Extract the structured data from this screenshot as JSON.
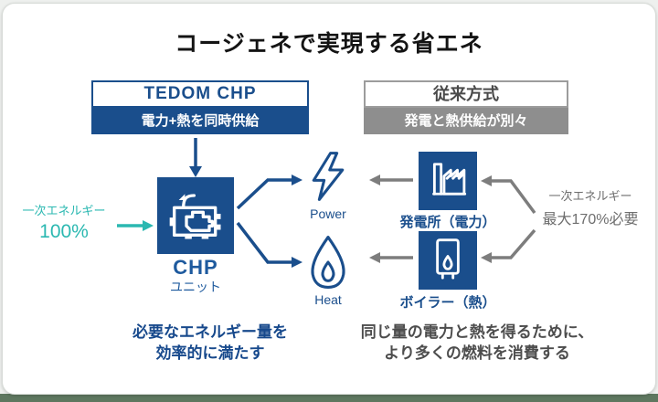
{
  "title": "コージェネで実現する省エネ",
  "tedom": {
    "header": "TEDOM CHP",
    "subheader": "電力+熱を同時供給",
    "input_line1": "一次エネルギー",
    "input_line2": "100%",
    "unit_name": "CHP",
    "unit_type": "ユニット",
    "caption_line1": "必要なエネルギー量を",
    "caption_line2": "効率的に満たす"
  },
  "conventional": {
    "header": "従来方式",
    "subheader": "発電と熱供給が別々",
    "plant_label": "発電所（電力）",
    "boiler_label": "ボイラー（熱）",
    "note_line1": "一次エネルギー",
    "note_line2": "最大170%必要",
    "caption_line1": "同じ量の電力と熱を得るために、",
    "caption_line2": "より多くの燃料を消費する"
  },
  "outputs": {
    "power": "Power",
    "heat": "Heat"
  },
  "colors": {
    "navy": "#1a4e8c",
    "teal": "#2bb8b1",
    "header_gray_text": "#4a4a4a",
    "conv_sub_bg": "#8e8e8e",
    "arrow_gray": "#7d7d7d",
    "note_gray": "#6e6e6e",
    "caption_right_gray": "#4d4d4d",
    "card_bg": "#ffffff",
    "page_bg": "#eef0ee",
    "bottom_band": "#5e775f"
  },
  "icons": {
    "chp_unit": "engine-icon",
    "power": "lightning-icon",
    "heat": "flame-icon",
    "plant": "factory-icon",
    "boiler": "boiler-icon"
  }
}
